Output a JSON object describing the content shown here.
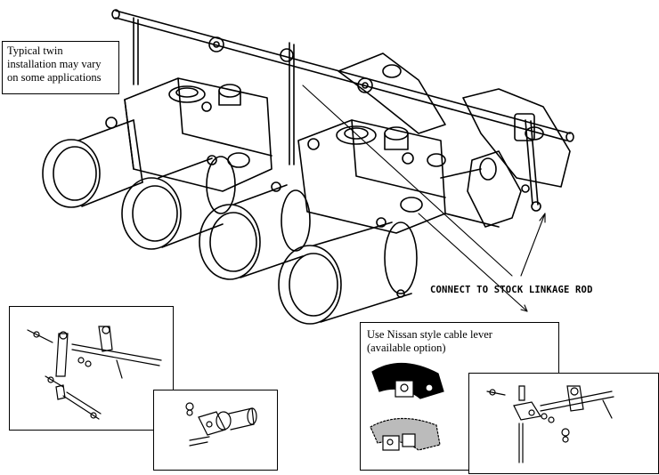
{
  "notes": {
    "installation": "Typical twin\ninstallation may vary\non some applications",
    "connect": "CONNECT TO STOCK LINKAGE ROD",
    "cable_lever": "Use Nissan style cable lever\n(available option)"
  },
  "colors": {
    "ink": "#000000",
    "paper": "#ffffff"
  }
}
